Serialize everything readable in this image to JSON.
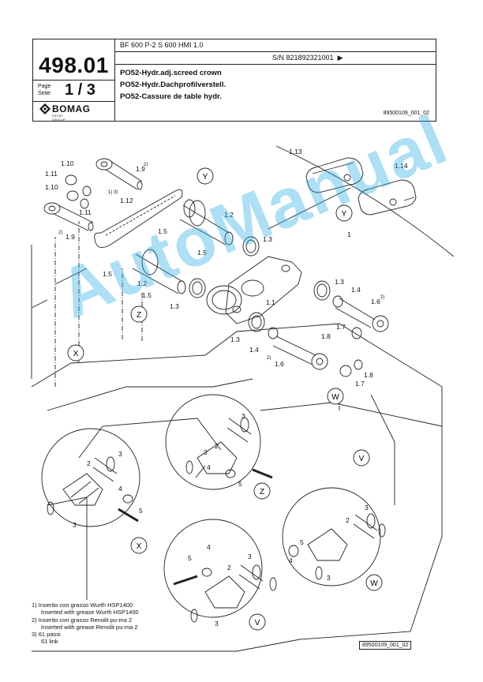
{
  "header": {
    "part_number": "498.01",
    "page_label_en": "Page",
    "page_label_de": "Seite",
    "page_number": "1 / 3",
    "brand": "BOMAG",
    "brand_group": "FAYAT GROUP",
    "model": "BF 600 P-2 S 600 HMI 1.0",
    "serial": "S/N 821892321001",
    "title_en": "PO52-Hydr.adj.screed crown",
    "title_de": "PO52-Hydr.Dachprofilverstell.",
    "title_fr": "PO52-Cassure de table hydr.",
    "doc_ref": "89500109_001_02"
  },
  "callouts": {
    "p1": "1",
    "p1_1": "1.1",
    "p1_2": "1.2",
    "p1_3": "1.3",
    "p1_4": "1.4",
    "p1_5": "1.5",
    "p1_6": "1.6",
    "p1_7": "1.7",
    "p1_8": "1.8",
    "p1_9": "1.9",
    "p1_10": "1.10",
    "p1_11": "1.11",
    "p1_12": "1.12",
    "p1_13": "1.13",
    "p1_14": "1.14",
    "p2": "2",
    "p3": "3",
    "p4": "4",
    "p5": "5",
    "sup1": "1)",
    "sup2": "2)",
    "sup3": "1) 3)",
    "detail_x": "X",
    "detail_y": "Y",
    "detail_z": "Z",
    "detail_v": "V",
    "detail_w": "W"
  },
  "footnotes": {
    "n1_it": "1) Inserito con grasso Wurth HSP1400",
    "n1_en": "Inserted with grease Wurth HSP1400",
    "n2_it": "2) Inserito con grasso Renolit pu-ma 2",
    "n2_en": "Inserted with grease Renolit pu-ma 2",
    "n3_it": "3) 61 passi",
    "n3_en": "61 link"
  },
  "drawing_ref": "89500109_001_02",
  "watermark": "AutoManual",
  "colors": {
    "watermark": "#28aae6",
    "line": "#222222"
  }
}
